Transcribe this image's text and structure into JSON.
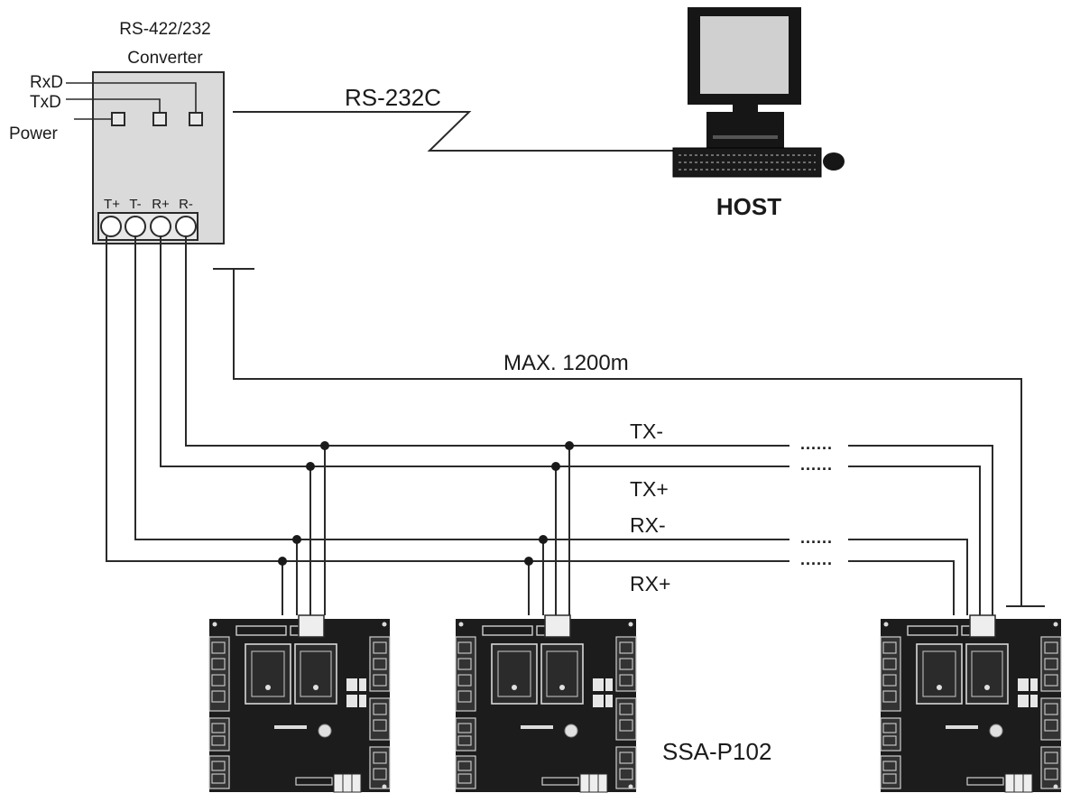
{
  "converter": {
    "title_line1": "RS-422/232",
    "title_line2": "Converter",
    "indicators": [
      "RxD",
      "TxD",
      "Power"
    ],
    "terminals": [
      "T+",
      "T-",
      "R+",
      "R-"
    ]
  },
  "link": {
    "label": "RS-232C"
  },
  "host": {
    "label": "HOST"
  },
  "distance": {
    "label": "MAX. 1200m"
  },
  "bus_lines": [
    "TX-",
    "TX+",
    "RX-",
    "RX+"
  ],
  "continuation": "......",
  "controller": {
    "label": "SSA-P102"
  },
  "colors": {
    "line": "#2a2a2a",
    "converter_fill": "#dadada",
    "board_fill": "#1c1c1c",
    "monitor_dark": "#161616",
    "screen": "#d0d0d0"
  }
}
